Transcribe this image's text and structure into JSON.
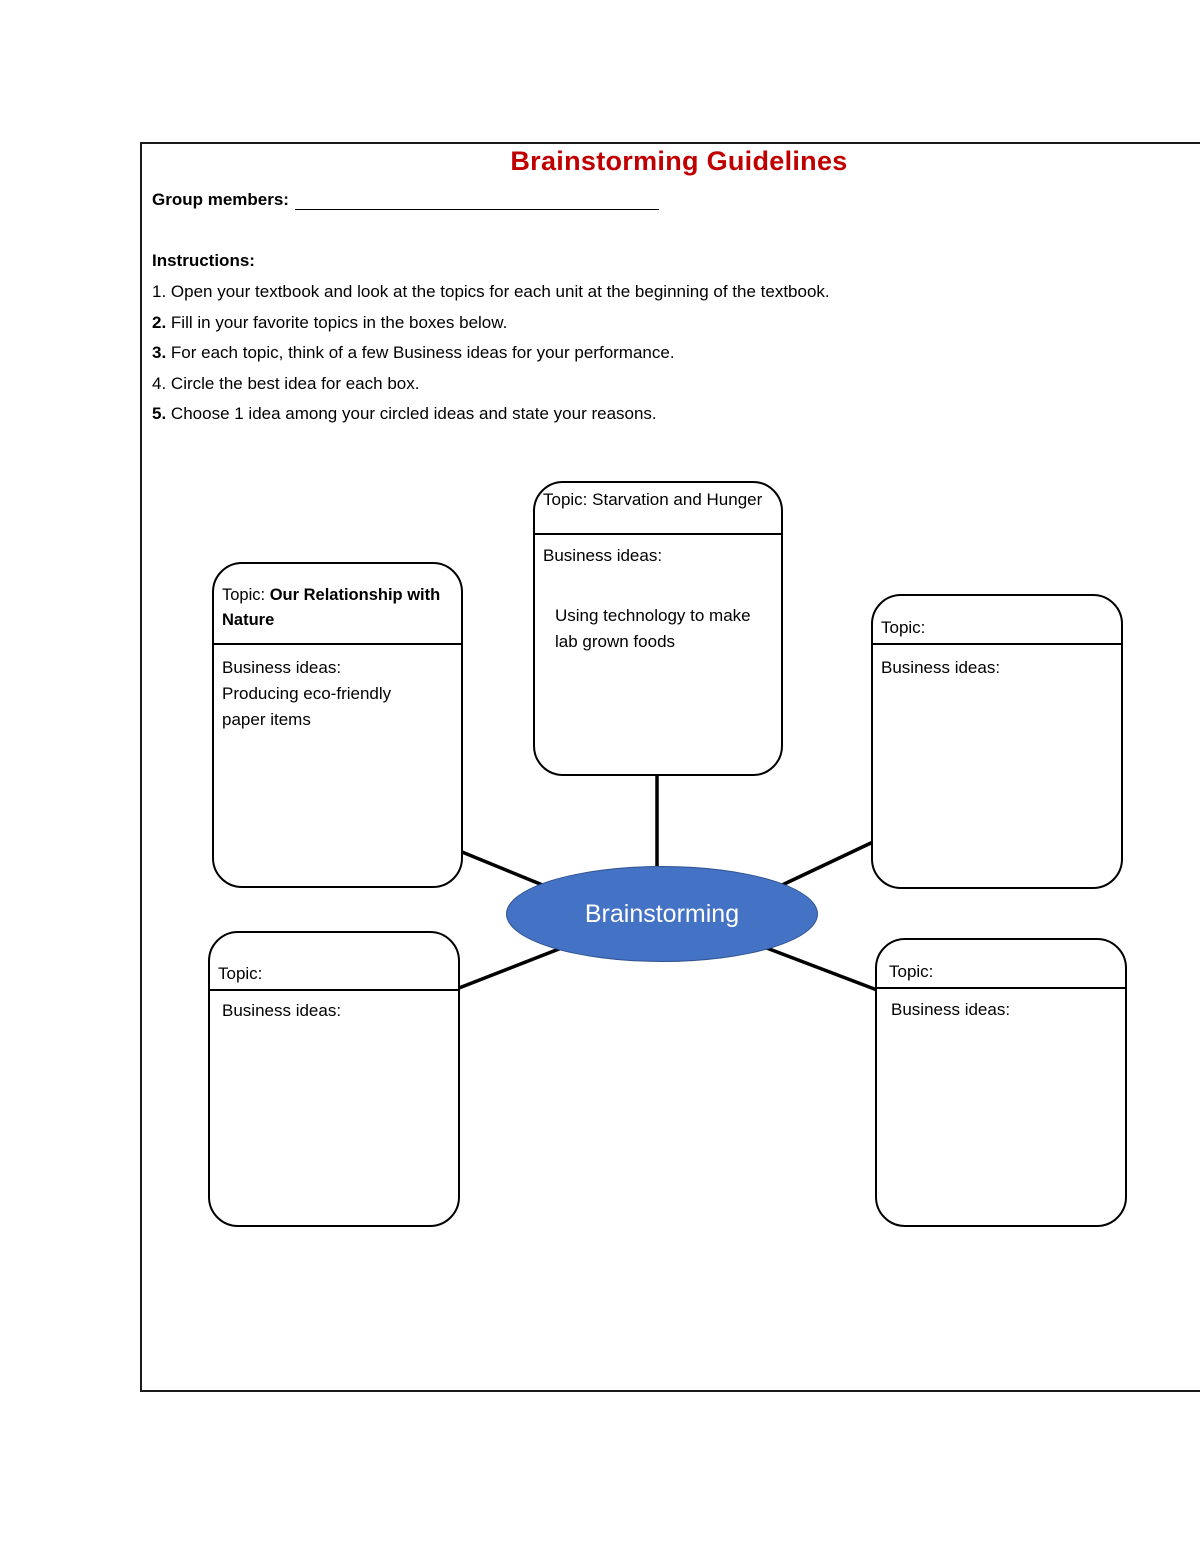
{
  "title": "Brainstorming Guidelines",
  "group_members_label": "Group members:",
  "instructions_heading": "Instructions:",
  "instructions": [
    {
      "num": "1.",
      "text": "Open your textbook and look at the topics for each unit at the beginning of the textbook."
    },
    {
      "num": "2.",
      "text": "Fill in your favorite topics in the boxes below."
    },
    {
      "num": "3.",
      "text": "For each topic, think of a few Business ideas for your performance."
    },
    {
      "num": "4.",
      "text": "Circle the best idea for each box."
    },
    {
      "num": "5.",
      "text": "Choose 1 idea among your circled ideas and state your reasons."
    }
  ],
  "hub_label": "Brainstorming",
  "boxes": [
    {
      "topic_label": "Topic:",
      "topic_value": "Starvation and Hunger",
      "ideas_label": "Business ideas:",
      "ideas_value": "Using technology to make lab grown foods"
    },
    {
      "topic_label": "Topic:",
      "topic_value": "Our Relationship with Nature",
      "ideas_label": "Business ideas:",
      "ideas_value": "Producing eco-friendly paper items"
    },
    {
      "topic_label": "Topic:",
      "topic_value": "",
      "ideas_label": "Business ideas:",
      "ideas_value": ""
    },
    {
      "topic_label": "Topic:",
      "topic_value": "",
      "ideas_label": "Business ideas:",
      "ideas_value": ""
    },
    {
      "topic_label": "Topic:",
      "topic_value": "",
      "ideas_label": "Business ideas:",
      "ideas_value": ""
    }
  ]
}
